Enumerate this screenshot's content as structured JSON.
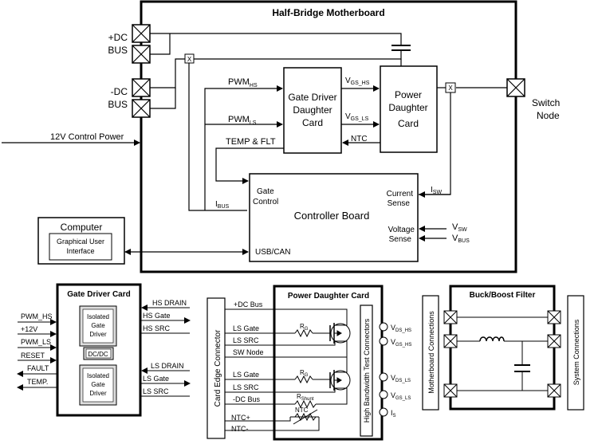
{
  "motherboard": {
    "title": "Half-Bridge Motherboard",
    "pos_dc_line1": "+DC",
    "pos_dc_line2": "BUS",
    "neg_dc_line1": "-DC",
    "neg_dc_line2": "BUS",
    "switch_node_line1": "Switch",
    "switch_node_line2": "Node",
    "control_power": "12V Control Power",
    "gate_driver_card": [
      "Gate Driver",
      "Daughter",
      "Card"
    ],
    "power_daughter_card": [
      "Power",
      "Daughter",
      "Card"
    ],
    "pwm_hs": "PWM",
    "pwm_hs_sub": "HS",
    "pwm_ls": "PWM",
    "pwm_ls_sub": "LS",
    "vgs_hs": "V",
    "vgs_hs_sub": "GS_HS",
    "vgs_ls": "V",
    "vgs_ls_sub": "GS_LS",
    "ntc": "NTC",
    "temp_flt": "TEMP & FLT",
    "ibus": "I",
    "ibus_sub": "BUS",
    "isw": "I",
    "isw_sub": "SW",
    "controller_board": "Controller Board",
    "gate_control_line1": "Gate",
    "gate_control_line2": "Control",
    "current_sense_line1": "Current",
    "current_sense_line2": "Sense",
    "voltage_sense_line1": "Voltage",
    "voltage_sense_line2": "Sense",
    "vsw": "V",
    "vsw_sub": "SW",
    "vbus": "V",
    "vbus_sub": "BUS",
    "usb_can": "USB/CAN",
    "current_marker": "X"
  },
  "computer": {
    "title": "Computer",
    "gui_line1": "Graphical User",
    "gui_line2": "Interface"
  },
  "gate_driver_card": {
    "title": "Gate Driver Card",
    "left_signals": [
      "PWM_HS",
      "+12V",
      "PWM_LS",
      "RESET",
      "FAULT",
      "TEMP."
    ],
    "right_signals": [
      "HS DRAIN",
      "HS Gate",
      "HS SRC",
      "LS DRAIN",
      "LS Gate",
      "LS SRC"
    ],
    "isolated_driver": [
      "Isolated",
      "Gate",
      "Driver"
    ],
    "dcdc": "DC/DC"
  },
  "power_daughter_card": {
    "title": "Power Daughter Card",
    "card_edge": "Card Edge Connector",
    "test_connectors": "High Bandwidth Test Connectors",
    "pins": [
      "+DC Bus",
      "LS Gate",
      "LS SRC",
      "SW Node",
      "LS Gate",
      "LS SRC",
      "-DC Bus",
      "NTC+",
      "NTC-"
    ],
    "rg": "R",
    "rg_sub": "G",
    "rshunt": "R",
    "rshunt_sub": "Shunt",
    "ntc": "NTC",
    "test_points": [
      {
        "label": "V",
        "sub": "DS_HS"
      },
      {
        "label": "V",
        "sub": "GS_HS"
      },
      {
        "label": "V",
        "sub": "DS_LS"
      },
      {
        "label": "V",
        "sub": "GS_LS"
      },
      {
        "label": "I",
        "sub": "S"
      }
    ]
  },
  "buck_boost_filter": {
    "title": "Buck/Boost Filter",
    "motherboard_connections": "Motherboard Connections",
    "system_connections": "System Connections"
  }
}
